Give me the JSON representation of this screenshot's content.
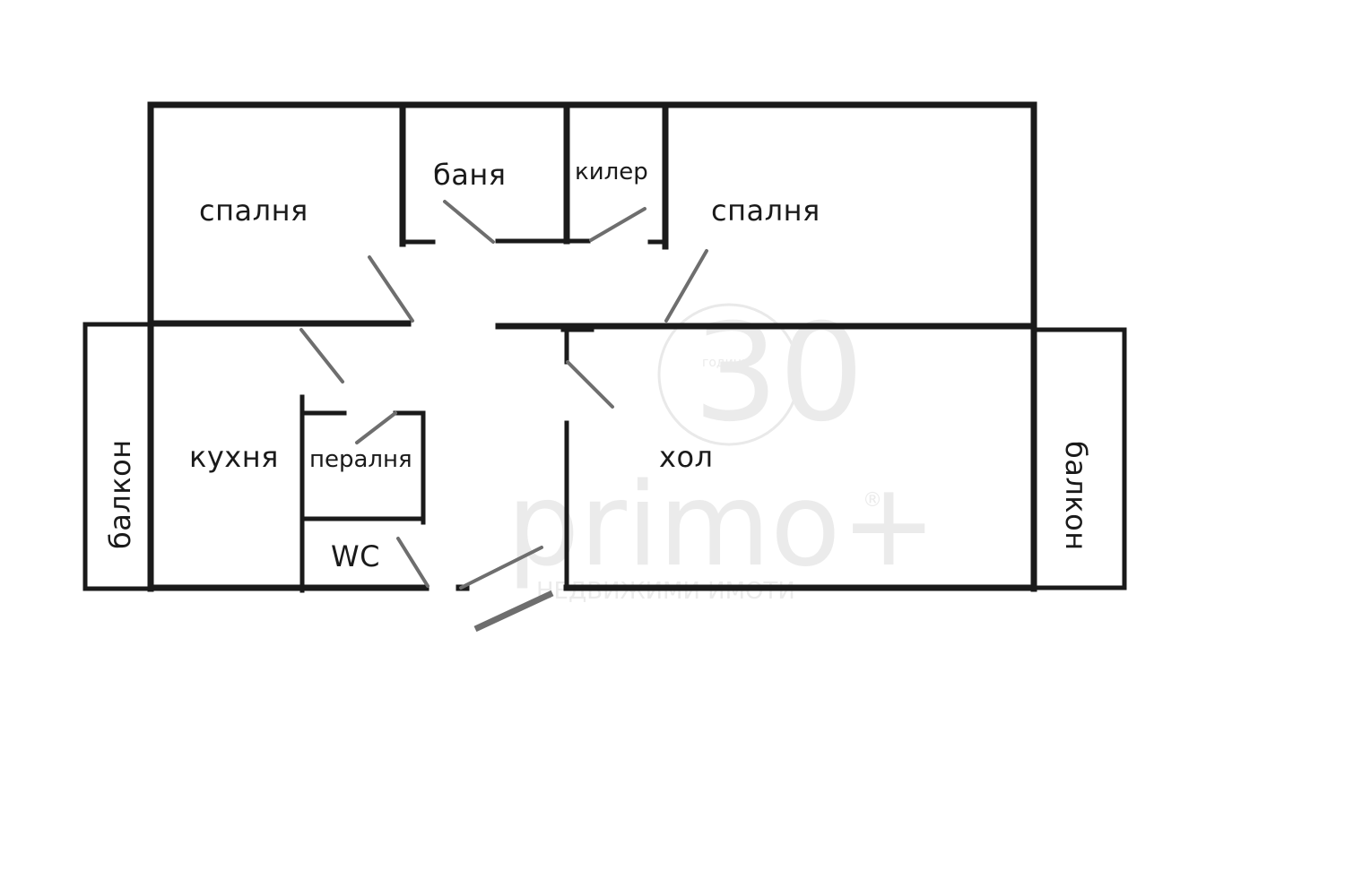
{
  "rooms": {
    "bedroom_left": "спалня",
    "bathroom": "баня",
    "storage": "килер",
    "bedroom_right": "спалня",
    "balcony_left": "балкон",
    "kitchen": "кухня",
    "laundry": "пералня",
    "wc": "WC",
    "hall": "хол",
    "balcony_right": "балкон"
  },
  "watermark": {
    "number": "30",
    "years": "години",
    "brand": "primo+",
    "registered": "®",
    "tagline": "НЕДВИЖИМИ ИМОТИ"
  },
  "colors": {
    "wall": "#1a1a1a",
    "door": "#6e6e6e",
    "watermark": "#ebebeb",
    "background": "#ffffff"
  }
}
